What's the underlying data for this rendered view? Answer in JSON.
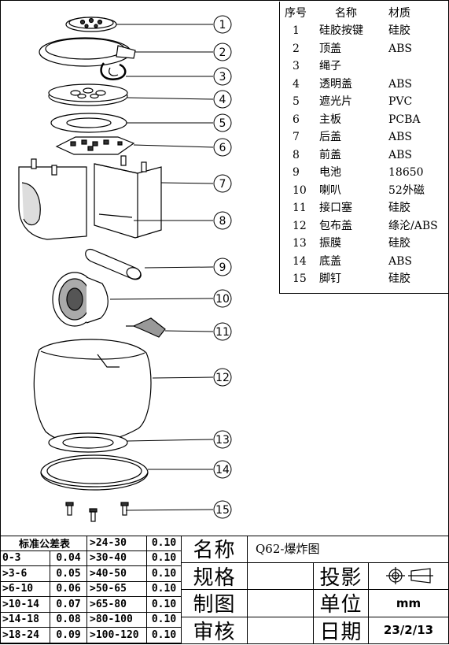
{
  "parts_table": {
    "headers": {
      "no": "序号",
      "name": "名称",
      "material": "材质"
    },
    "rows": [
      {
        "no": "1",
        "name": "硅胶按键",
        "material": "硅胶"
      },
      {
        "no": "2",
        "name": "顶盖",
        "material": "ABS"
      },
      {
        "no": "3",
        "name": "绳子",
        "material": ""
      },
      {
        "no": "4",
        "name": "透明盖",
        "material": "ABS"
      },
      {
        "no": "5",
        "name": "遮光片",
        "material": "PVC"
      },
      {
        "no": "6",
        "name": "主板",
        "material": "PCBA"
      },
      {
        "no": "7",
        "name": "后盖",
        "material": "ABS"
      },
      {
        "no": "8",
        "name": "前盖",
        "material": "ABS"
      },
      {
        "no": "9",
        "name": "电池",
        "material": "18650"
      },
      {
        "no": "10",
        "name": "喇叭",
        "material": "52外磁"
      },
      {
        "no": "11",
        "name": "接口塞",
        "material": "硅胶"
      },
      {
        "no": "12",
        "name": "包布盖",
        "material": "绦沦/ABS"
      },
      {
        "no": "13",
        "name": "振膜",
        "material": "硅胶"
      },
      {
        "no": "14",
        "name": "底盖",
        "material": "ABS"
      },
      {
        "no": "15",
        "name": "脚钉",
        "material": "硅胶"
      }
    ]
  },
  "callouts": [
    "1",
    "2",
    "3",
    "4",
    "5",
    "6",
    "7",
    "8",
    "9",
    "10",
    "11",
    "12",
    "13",
    "14",
    "15"
  ],
  "tolerance_table": {
    "title": "标准公差表",
    "left": [
      {
        "range": "0-3",
        "value": "0.04"
      },
      {
        "range": ">3-6",
        "value": "0.05"
      },
      {
        "range": ">6-10",
        "value": "0.06"
      },
      {
        "range": ">10-14",
        "value": "0.07"
      },
      {
        "range": ">14-18",
        "value": "0.08"
      },
      {
        "range": ">18-24",
        "value": "0.09"
      }
    ],
    "right": [
      {
        "range": ">24-30",
        "value": "0.10"
      },
      {
        "range": ">30-40",
        "value": "0.10"
      },
      {
        "range": ">40-50",
        "value": "0.10"
      },
      {
        "range": ">50-65",
        "value": "0.10"
      },
      {
        "range": ">65-80",
        "value": "0.10"
      },
      {
        "range": ">80-100",
        "value": "0.10"
      },
      {
        "range": ">100-120",
        "value": "0.10"
      }
    ]
  },
  "title_block": {
    "name_label": "名称",
    "name_value": "Q62-爆炸图",
    "spec_label": "规格",
    "spec_value": "",
    "projection_label": "投影",
    "drawn_label": "制图",
    "drawn_value": "",
    "unit_label": "单位",
    "unit_value": "mm",
    "review_label": "审核",
    "review_value": "",
    "date_label": "日期",
    "date_value": "23/2/13"
  }
}
